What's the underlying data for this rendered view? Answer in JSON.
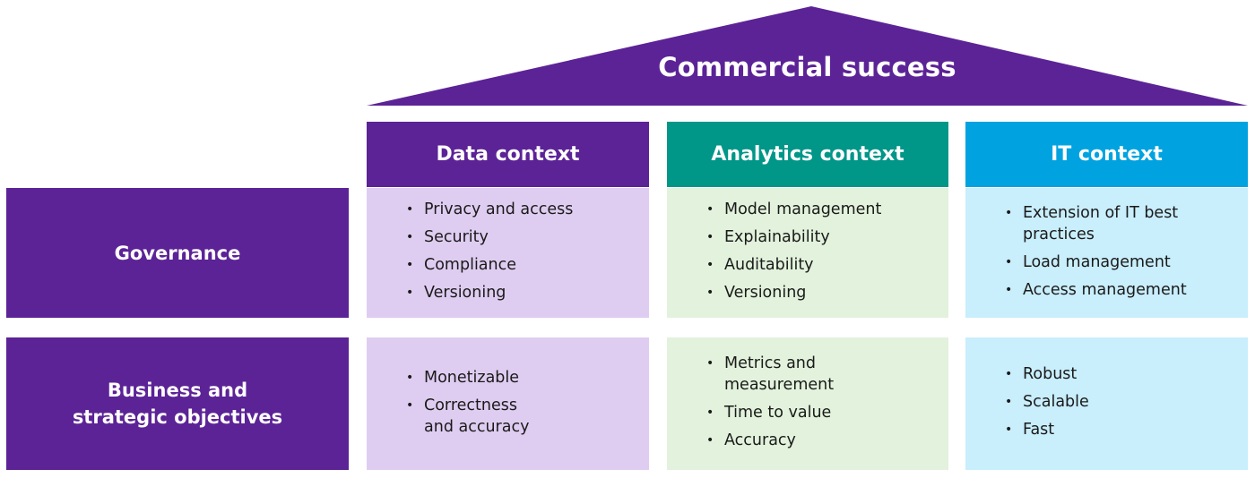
{
  "title": "Commercial success",
  "colors": {
    "purple": "#5c2396",
    "teal": "#009688",
    "blue": "#00a3e0",
    "purple_light": "#dfcdf1",
    "green_light": "#e2f2dc",
    "blue_light": "#c9eefc"
  },
  "columns": [
    {
      "label": "Data context"
    },
    {
      "label": "Analytics context"
    },
    {
      "label": "IT context"
    }
  ],
  "rows": [
    {
      "label": "Governance",
      "cells": [
        [
          "Privacy and access",
          "Security",
          "Compliance",
          "Versioning"
        ],
        [
          "Model management",
          "Explainability",
          "Auditability",
          "Versioning"
        ],
        [
          "Extension of IT best practices",
          "Load management",
          "Access management"
        ]
      ]
    },
    {
      "label": "Business and strategic objectives",
      "cells": [
        [
          "Monetizable",
          "Correctness and accuracy"
        ],
        [
          "Metrics and measurement",
          "Time to value",
          "Accuracy"
        ],
        [
          "Robust",
          "Scalable",
          "Fast"
        ]
      ]
    }
  ]
}
